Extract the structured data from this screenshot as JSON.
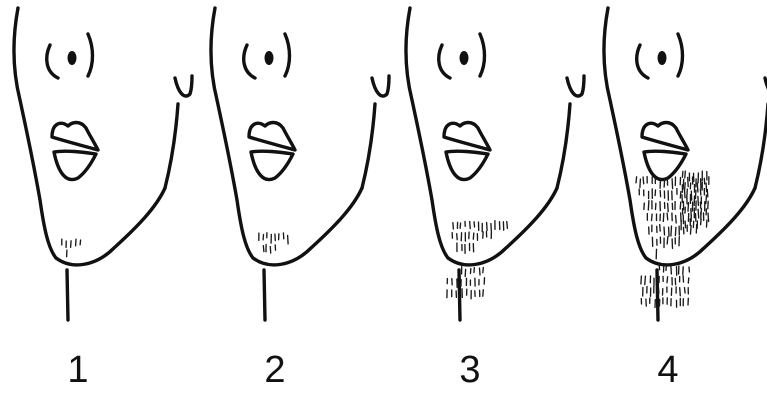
{
  "stages": [
    {
      "label": "1",
      "level": 1
    },
    {
      "label": "2",
      "level": 2
    },
    {
      "label": "3",
      "level": 3
    },
    {
      "label": "4",
      "level": 4
    }
  ],
  "colors": {
    "line": "#111111",
    "background": "#ffffff"
  }
}
